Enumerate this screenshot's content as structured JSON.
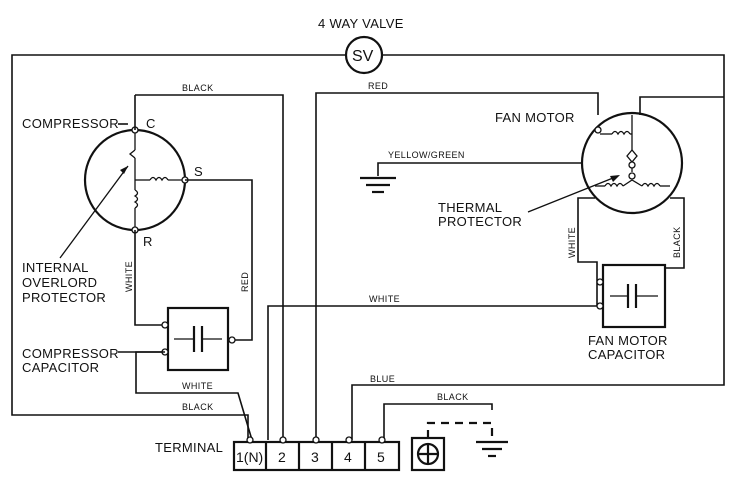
{
  "valve": {
    "title": "4 WAY VALVE",
    "symbol": "SV"
  },
  "compressor": {
    "label": "COMPRESSOR",
    "pin_c": "C",
    "pin_s": "S",
    "pin_r": "R",
    "overload_label": [
      "INTERNAL",
      "OVERLORD",
      "PROTECTOR"
    ],
    "capacitor_label": [
      "COMPRESSOR",
      "CAPACITOR"
    ]
  },
  "fan": {
    "label": "FAN MOTOR",
    "protector_label": [
      "THERMAL",
      "PROTECTOR"
    ],
    "capacitor_label": [
      "FAN MOTOR",
      "CAPACITOR"
    ]
  },
  "wires": {
    "black_top": "BLACK",
    "red_top": "RED",
    "yellow_green": "YELLOW/GREEN",
    "white_compressor": "WHITE",
    "red_compressor": "RED",
    "white_fan": "WHITE",
    "black_fan": "BLACK",
    "white_mid": "WHITE",
    "white_low": "WHITE",
    "black_low": "BLACK",
    "blue": "BLUE",
    "black_right": "BLACK"
  },
  "terminal": {
    "label": "TERMINAL",
    "cells": [
      "1(N)",
      "2",
      "3",
      "4",
      "5"
    ]
  }
}
